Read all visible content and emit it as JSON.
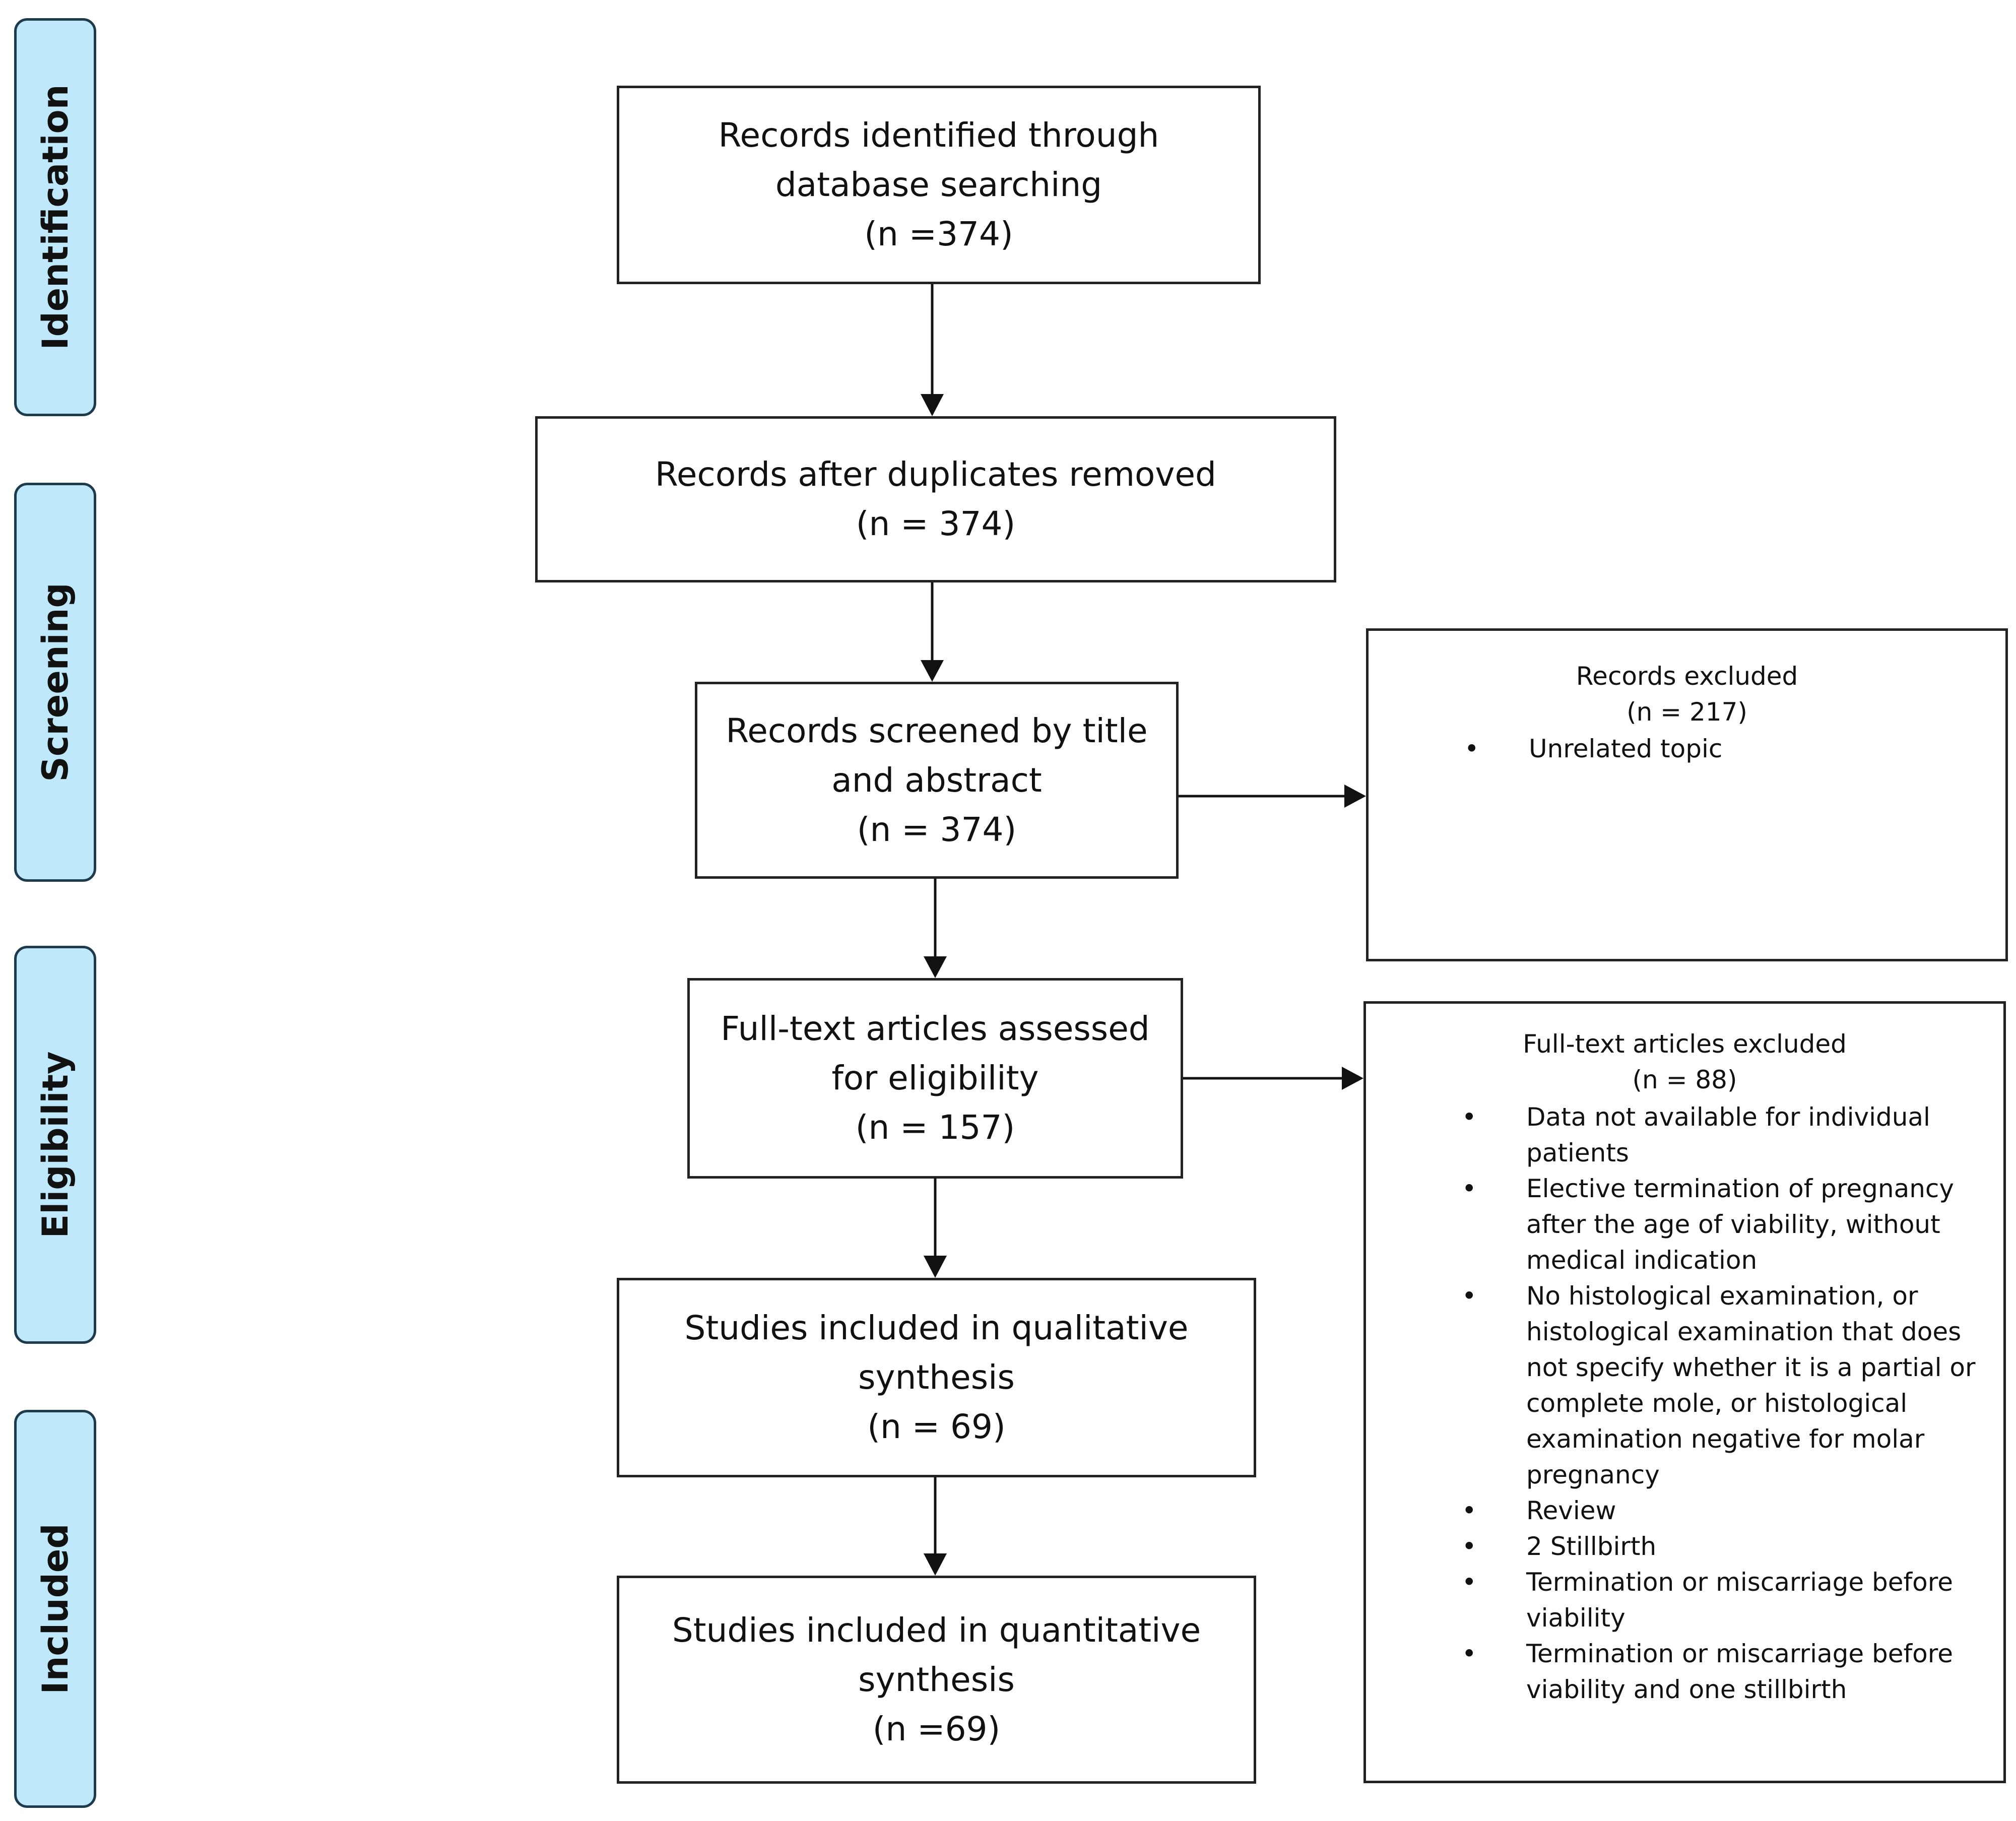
{
  "phases": {
    "identification": "Identification",
    "screening": "Screening",
    "eligibility": "Eligibility",
    "included": "Included"
  },
  "boxes": {
    "identified": {
      "line1": "Records identified through",
      "line2": "database searching",
      "count": "(n =374)"
    },
    "deduplicated": {
      "line1": "Records after duplicates removed",
      "count": "(n = 374)"
    },
    "screened": {
      "line1": "Records screened by title",
      "line2": "and abstract",
      "count": "(n = 374)"
    },
    "fulltext": {
      "line1": "Full-text articles assessed",
      "line2": "for eligibility",
      "count": "(n = 157)"
    },
    "qualitative": {
      "line1": "Studies included in qualitative",
      "line2": "synthesis",
      "count": "(n = 69)"
    },
    "quantitative": {
      "line1": "Studies included in quantitative",
      "line2": "synthesis",
      "count": "(n =69)"
    }
  },
  "records_excluded": {
    "title": "Records excluded",
    "count": "(n = 217)",
    "reasons": [
      "Unrelated topic"
    ]
  },
  "fulltext_excluded": {
    "title": "Full-text articles excluded",
    "count": "(n = 88)",
    "reasons": [
      {
        "lines": [
          "Data not available for individual",
          "patients"
        ]
      },
      {
        "lines": [
          "Elective termination of pregnancy",
          "after the age of viability, without",
          "medical indication"
        ]
      },
      {
        "lines": [
          "No histological examination, or",
          "histological examination that does",
          "not specify whether it is a partial or",
          "complete mole, or histological",
          "examination negative for molar",
          "pregnancy"
        ]
      },
      {
        "lines": [
          "Review"
        ]
      },
      {
        "lines": [
          "2 Stillbirth"
        ]
      },
      {
        "lines": [
          "Termination or miscarriage before",
          "viability"
        ]
      },
      {
        "lines": [
          "Termination or miscarriage before",
          "viability and one stillbirth"
        ]
      }
    ]
  },
  "colors": {
    "phase_fill": "#bfe9fb",
    "phase_border": "#1e3b4c",
    "box_border": "#222222",
    "arrow": "#111111"
  }
}
